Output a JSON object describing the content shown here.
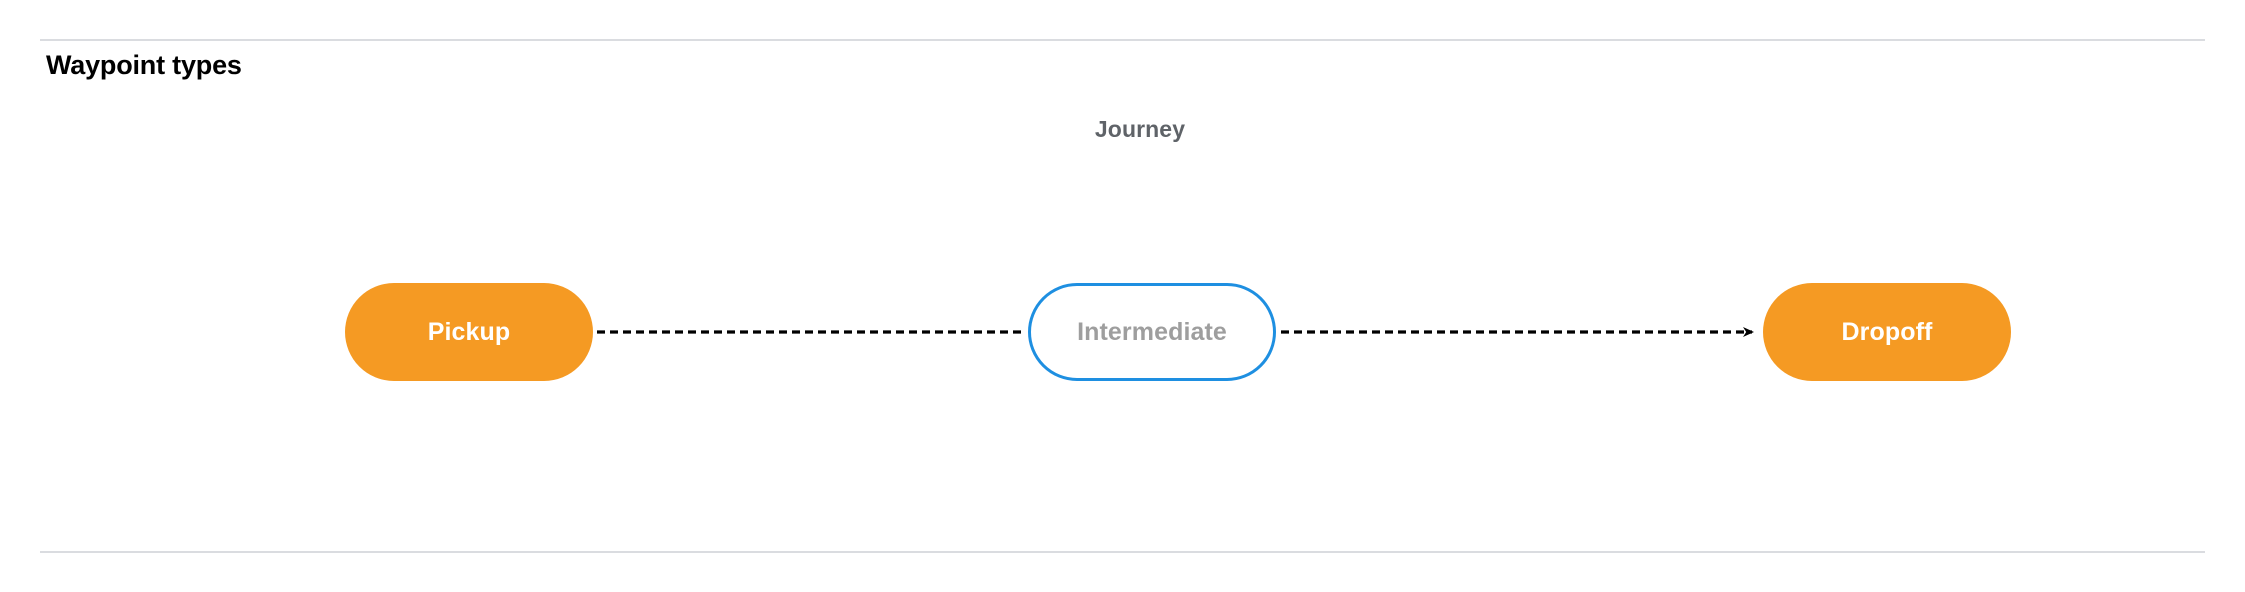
{
  "section": {
    "title": "Waypoint types"
  },
  "diagram": {
    "caption": "Journey",
    "nodes": [
      {
        "id": "pickup",
        "label": "Pickup",
        "style": "filled",
        "fill": "#f59a23",
        "text_color": "#ffffff"
      },
      {
        "id": "intermediate",
        "label": "Intermediate",
        "style": "outlined",
        "fill": "#ffffff",
        "border_color": "#1e8fe1",
        "text_color": "#9e9e9e"
      },
      {
        "id": "dropoff",
        "label": "Dropoff",
        "style": "filled",
        "fill": "#f59a23",
        "text_color": "#ffffff"
      }
    ],
    "connectors": [
      {
        "id": "pickup-to-intermediate",
        "from": "pickup",
        "to": "intermediate",
        "line_style": "dashed",
        "color": "#000000",
        "arrowhead": false
      },
      {
        "id": "intermediate-to-dropoff",
        "from": "intermediate",
        "to": "dropoff",
        "line_style": "dashed",
        "color": "#000000",
        "arrowhead": true
      }
    ]
  },
  "theme": {
    "background": "#ffffff",
    "rule_color": "#dadce0",
    "title_color": "#000000",
    "caption_color": "#5f6368",
    "accent_orange": "#f59a23",
    "accent_blue": "#1e8fe1"
  }
}
